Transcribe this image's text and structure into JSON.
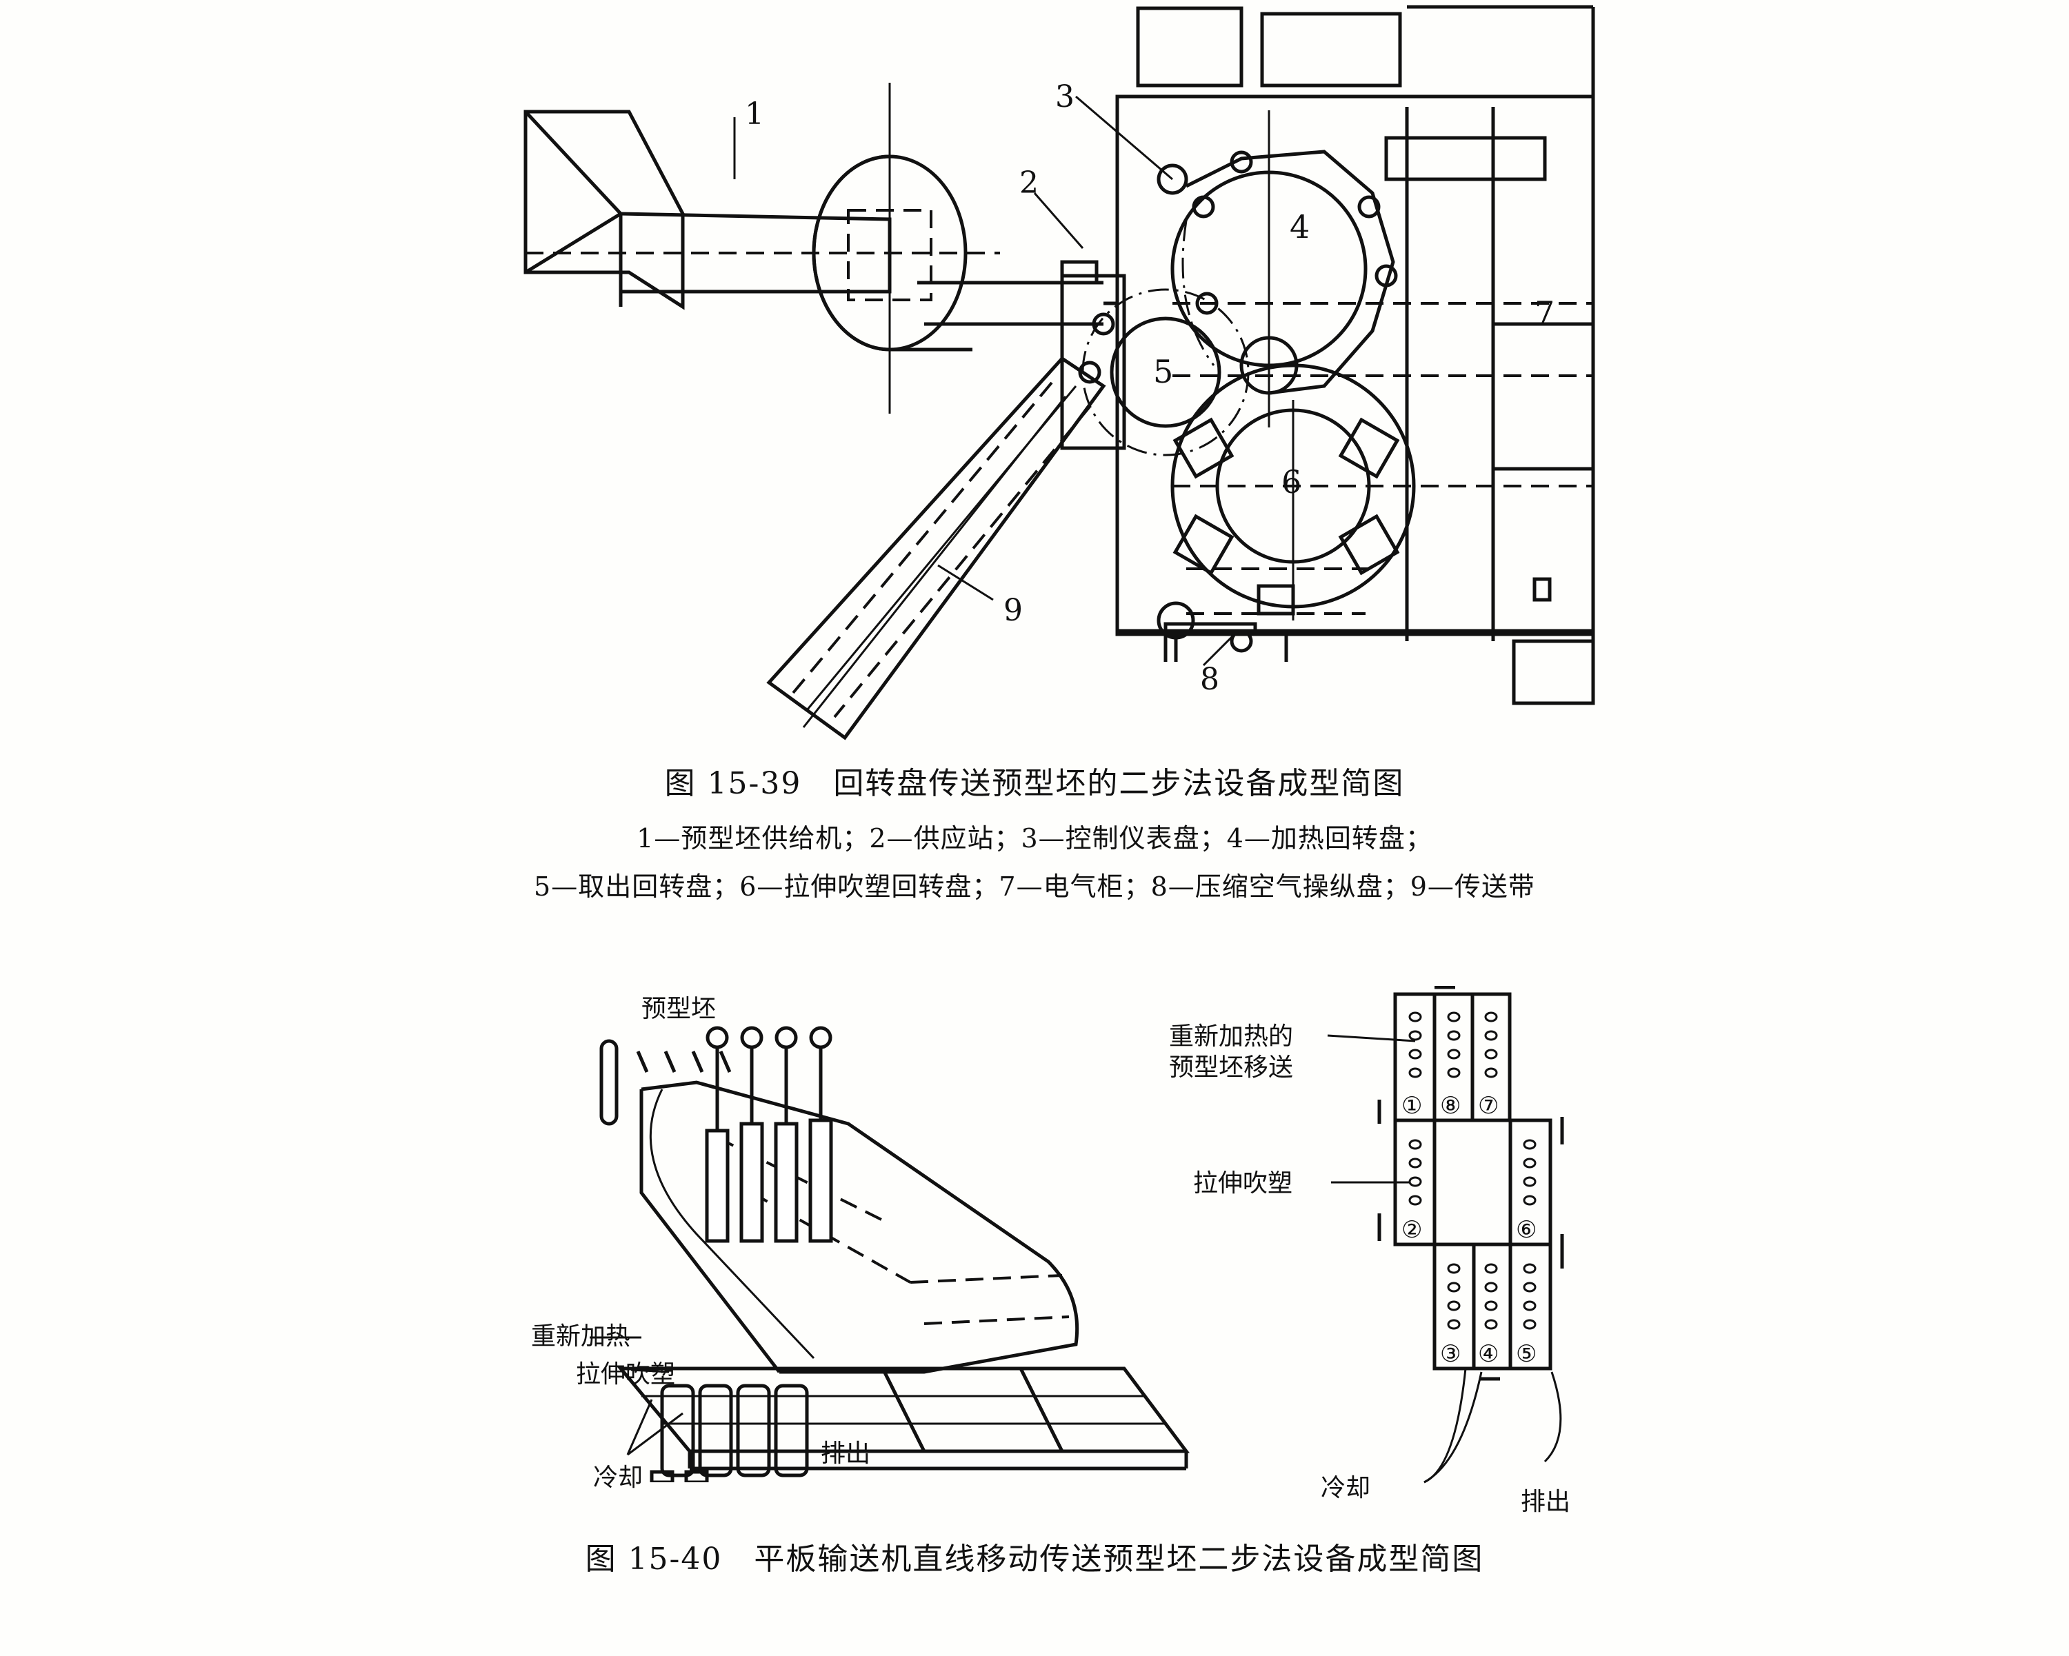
{
  "figure_15_39": {
    "title": "图 15-39　回转盘传送预型坯的二步法设备成型简图",
    "legend_line1": "1—预型坯供给机；2—供应站；3—控制仪表盘；4—加热回转盘；",
    "legend_line2": "5—取出回转盘；6—拉伸吹塑回转盘；7—电气柜；8—压缩空气操纵盘；9—传送带",
    "callouts": [
      "1",
      "2",
      "3",
      "4",
      "5",
      "6",
      "7",
      "8",
      "9"
    ]
  },
  "figure_15_40": {
    "title": "图 15-40　平板输送机直线移动传送预型坯二步法设备成型简图",
    "left_diagram": {
      "preform": "预型坯",
      "reheat": "重新加热",
      "stretch_blow": "拉伸吹塑",
      "cooling": "冷却",
      "discharge": "排出"
    },
    "right_diagram": {
      "reheated_transfer_line1": "重新加热的",
      "reheated_transfer_line2": "预型坯移送",
      "stretch_blow": "拉伸吹塑",
      "cooling": "冷却",
      "discharge": "排出",
      "stations": [
        "①",
        "⑧",
        "⑦",
        "②",
        "⑥",
        "③",
        "④",
        "⑤"
      ]
    }
  }
}
